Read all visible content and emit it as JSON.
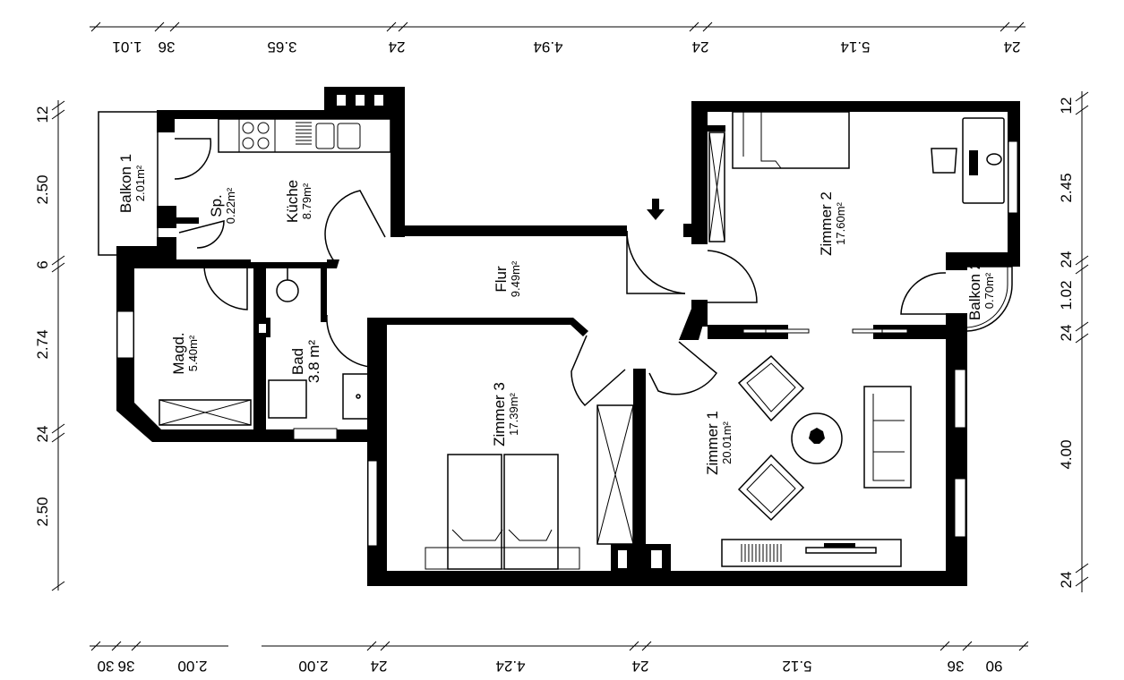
{
  "rooms": [
    {
      "name": "Küche",
      "area": "8.79m²"
    },
    {
      "name": "Sp.",
      "area": "0.22m²"
    },
    {
      "name": "Balkon 1",
      "area": "2.01m²"
    },
    {
      "name": "Magd.",
      "area": "5.40m²"
    },
    {
      "name": "Bad",
      "area": "3.8 m²"
    },
    {
      "name": "Flur",
      "area": "9.49m²"
    },
    {
      "name": "Zimmer 3",
      "area": "17.39m²"
    },
    {
      "name": "Zimmer 1",
      "area": "20.01m²"
    },
    {
      "name": "Zimmer 2",
      "area": "17.60m²"
    },
    {
      "name": "Balkon 2",
      "area": "0.70m²"
    }
  ],
  "dimensions": {
    "top": [
      "1.01",
      "36",
      "3.65",
      "24",
      "4.94",
      "24",
      "5.14",
      "24"
    ],
    "bottom": [
      "30",
      "36",
      "2.00",
      "2.00",
      "24",
      "4.24",
      "24",
      "5.12",
      "36",
      "90"
    ],
    "left": [
      "12",
      "2.50",
      "6",
      "2.74",
      "24",
      "2.50"
    ],
    "right": [
      "12",
      "2.45",
      "24",
      "1.02",
      "24",
      "4.00",
      "24"
    ]
  }
}
